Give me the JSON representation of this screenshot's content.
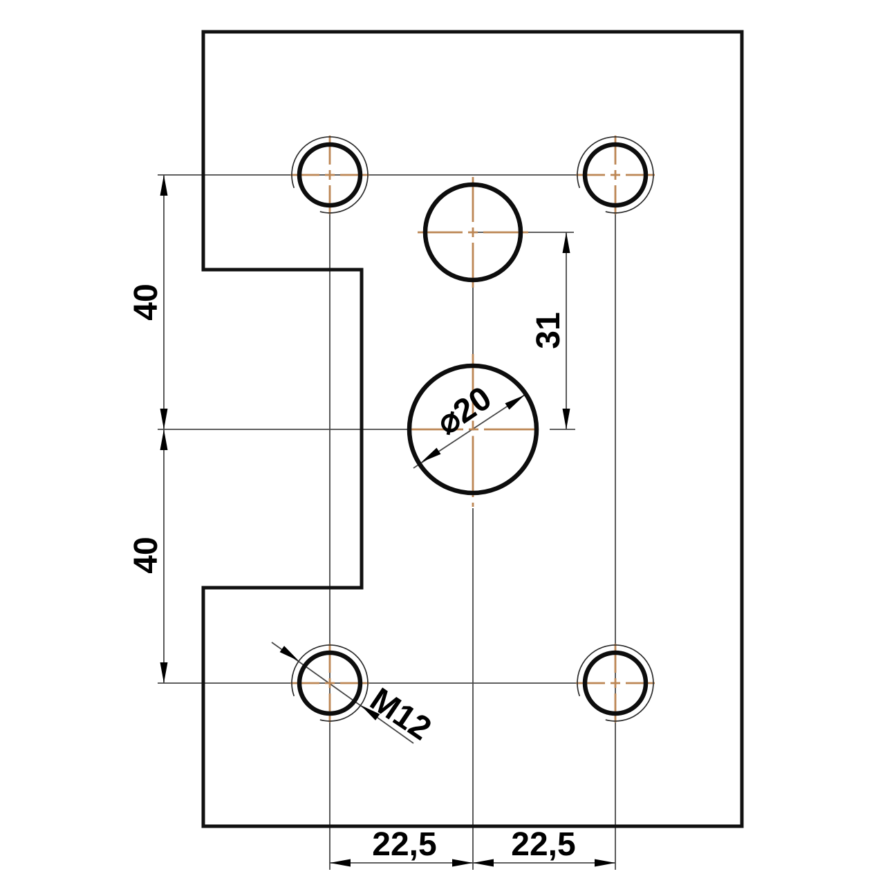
{
  "drawing": {
    "kind": "engineering-drawing",
    "part": "rectangular plate with left-side notch, four threaded corner holes and two center bores",
    "colors": {
      "background": "#ffffff",
      "outline": "#111111",
      "thin_line": "#474747",
      "centerline": "#bc8654",
      "text": "#000000"
    },
    "labels": {
      "dim_vertical_upper": "40",
      "dim_vertical_lower": "40",
      "dim_hole_offset": "31",
      "dim_bore_diameter": "⌀20",
      "dim_thread_callout": "M12",
      "dim_spacing_left": "22,5",
      "dim_spacing_right": "22,5"
    },
    "features": {
      "threaded_holes_count": 4,
      "thread_callout": "M12",
      "center_bore_callout": "⌀20",
      "plain_bores_count": 2
    }
  }
}
